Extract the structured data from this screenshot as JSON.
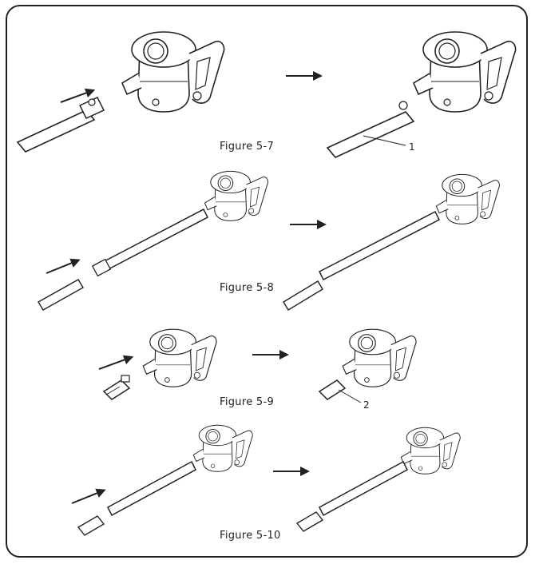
{
  "figures": [
    {
      "caption": "Figure 5-7"
    },
    {
      "caption": "Figure 5-8"
    },
    {
      "caption": "Figure 5-9"
    },
    {
      "caption": "Figure 5-10"
    }
  ],
  "callouts": {
    "one": "1",
    "two": "2"
  },
  "icons": {
    "arrow": "right-arrow-icon",
    "vacuum": "handheld-vacuum-icon",
    "tube": "extension-tube-icon",
    "brush": "brush-head-icon"
  },
  "colors": {
    "line": "#222222",
    "background": "#ffffff"
  }
}
